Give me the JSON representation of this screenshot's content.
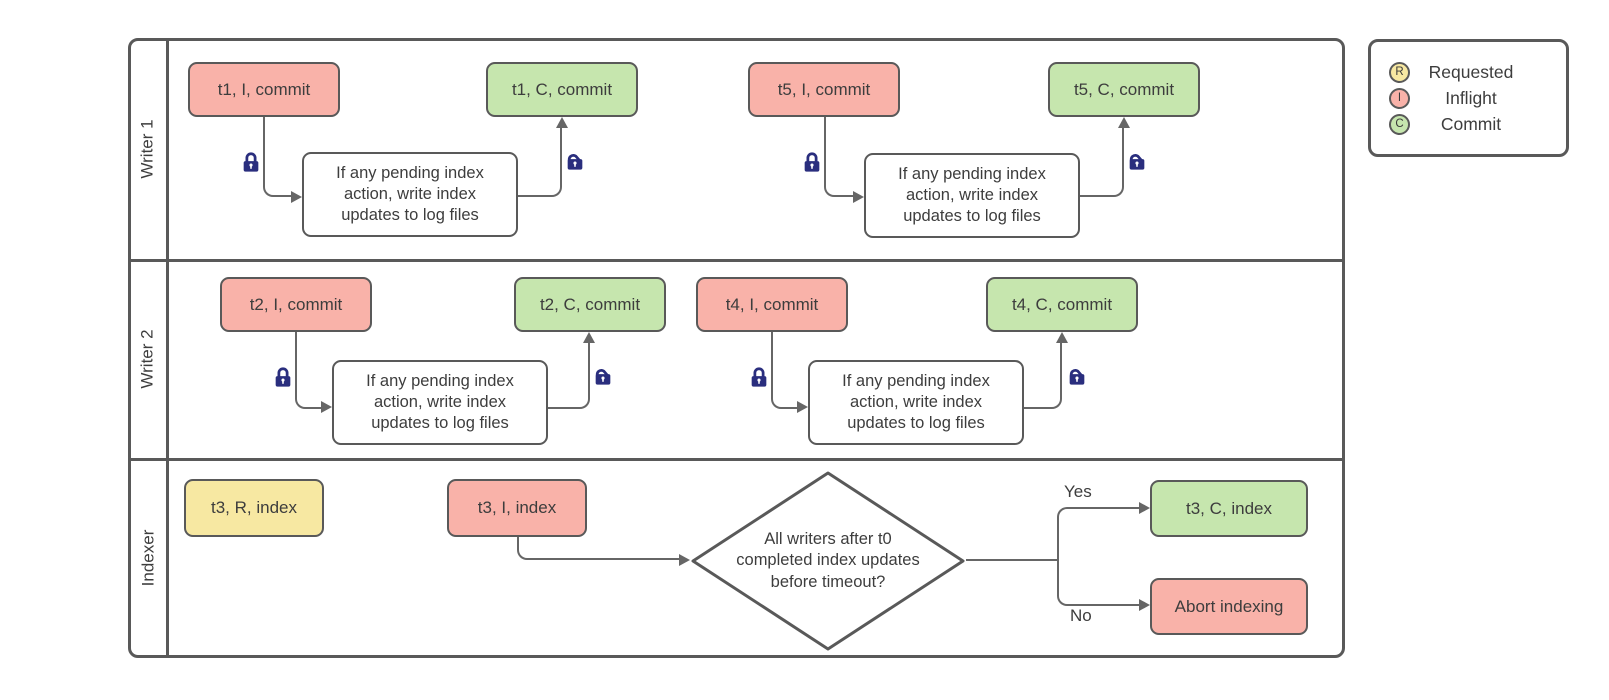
{
  "diagram": {
    "lanes": [
      {
        "label": "Writer 1"
      },
      {
        "label": "Writer 2"
      },
      {
        "label": "Indexer"
      }
    ],
    "nodes": {
      "t1_inflight": "t1, I, commit",
      "t1_commit": "t1, C, commit",
      "t5_inflight": "t5, I, commit",
      "t5_commit": "t5, C, commit",
      "t2_inflight": "t2, I, commit",
      "t2_commit": "t2, C, commit",
      "t4_inflight": "t4, I, commit",
      "t4_commit": "t4, C, commit",
      "t3_requested": "t3, R, index",
      "t3_inflight": "t3, I, index",
      "t3_commit": "t3, C, index",
      "abort": "Abort indexing"
    },
    "process_note_lines": [
      "If any pending index",
      "action, write index",
      "updates to log files"
    ],
    "decision_lines": [
      "All writers after t0",
      "completed index updates",
      "before timeout?"
    ],
    "branch_labels": {
      "yes": "Yes",
      "no": "No"
    }
  },
  "legend": {
    "items": [
      {
        "symbol": "R",
        "label": "Requested"
      },
      {
        "symbol": "I",
        "label": "Inflight"
      },
      {
        "symbol": "C",
        "label": "Commit"
      }
    ]
  },
  "colors": {
    "inflight_fill": "#f9b2a9",
    "commit_fill": "#c6e6ae",
    "requested_fill": "#f7e8a2",
    "shape_border": "#595959",
    "connector_gray": "#666666",
    "lock_blue": "#2a2e7e"
  }
}
